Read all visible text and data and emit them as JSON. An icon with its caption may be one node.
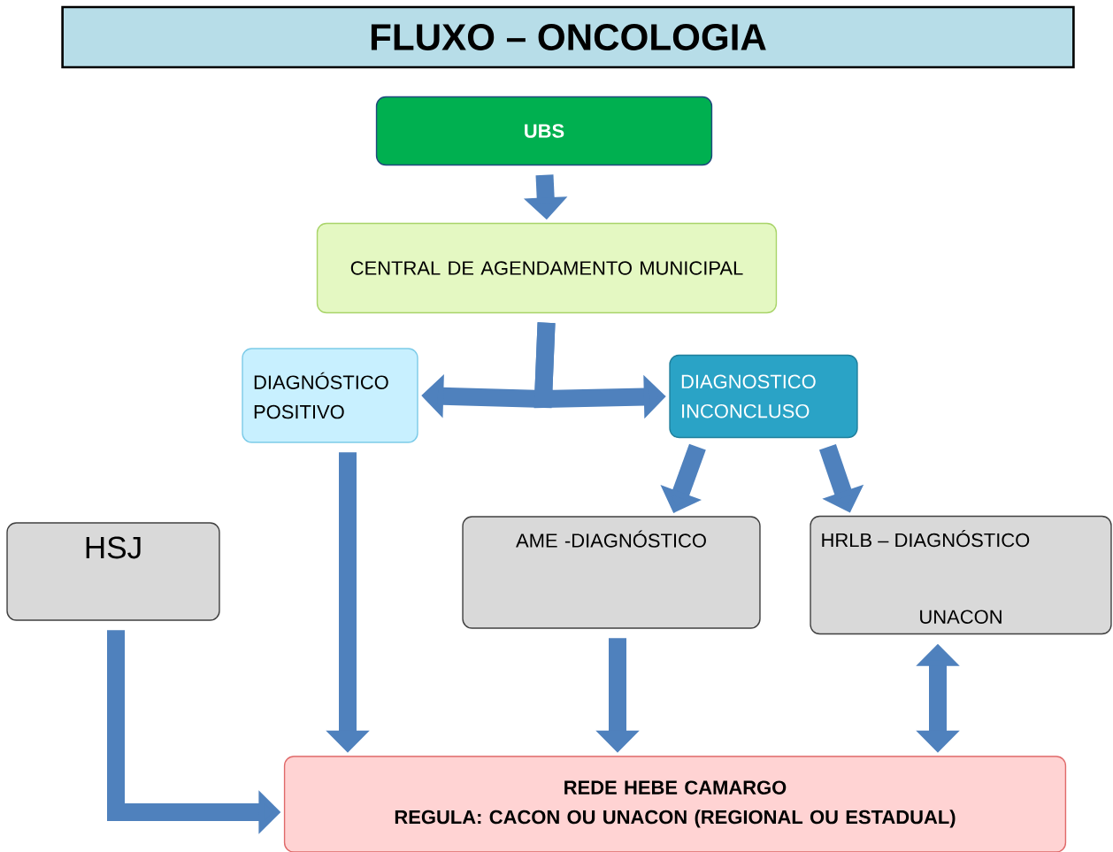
{
  "diagram": {
    "title": "FLUXO – ONCOLOGIA",
    "nodes": [
      {
        "text": [
          "UBS"
        ]
      },
      {
        "text": [
          "CENTRAL DE AGENDAMENTO MUNICIPAL"
        ]
      },
      {
        "text": [
          "DIAGNÓSTICO POSITIVO"
        ]
      },
      {
        "text": [
          "DIAGNOSTICO INCONCLUSO"
        ]
      },
      {
        "text": [
          "HSJ"
        ]
      },
      {
        "text": [
          "AME -DIAGNÓSTICO"
        ]
      },
      {
        "text": [
          "HRLB – DIAGNÓSTICO",
          "UNACON"
        ]
      },
      {
        "text": [
          "REDE HEBE CAMARGO",
          "REGULA: CACON OU UNACON (REGIONAL OU ESTADUAL)"
        ]
      }
    ],
    "edges": [
      {
        "from": 0,
        "to": 1,
        "arrow": "to"
      },
      {
        "from": 1,
        "to": 2,
        "arrow": "to"
      },
      {
        "from": 1,
        "to": 3,
        "arrow": "to"
      },
      {
        "from": 3,
        "to": 5,
        "arrow": "to"
      },
      {
        "from": 3,
        "to": 6,
        "arrow": "to"
      },
      {
        "from": 2,
        "to": 7,
        "arrow": "to"
      },
      {
        "from": 5,
        "to": 7,
        "arrow": "to"
      },
      {
        "from": 6,
        "to": 7,
        "arrow": "both"
      },
      {
        "from": 4,
        "to": 7,
        "arrow": "to"
      }
    ]
  }
}
